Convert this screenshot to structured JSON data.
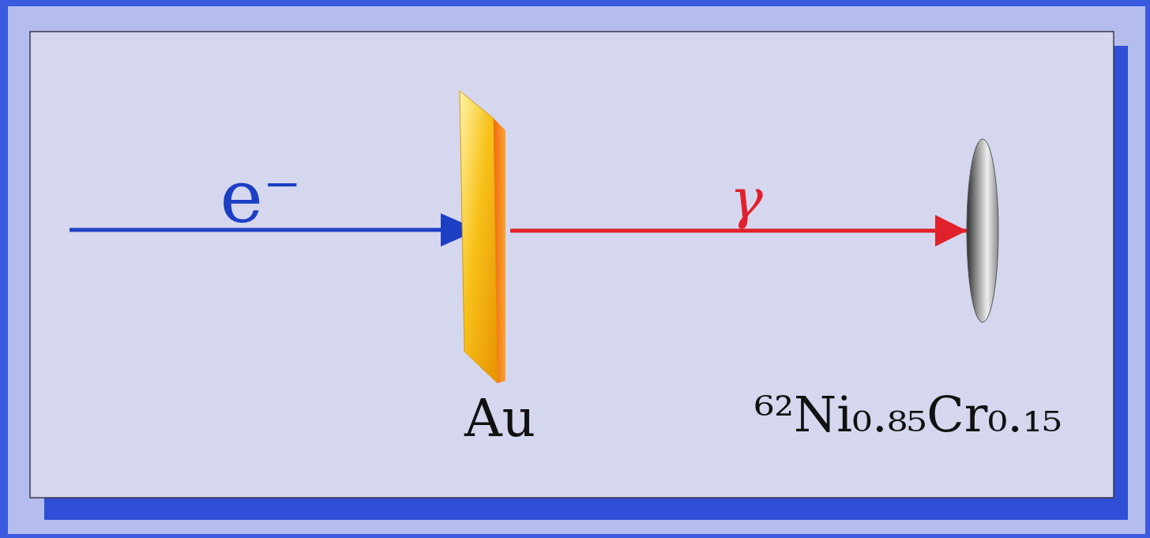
{
  "diagram": {
    "nodes": [
      {
        "text": [
          "Au"
        ]
      },
      {
        "text": [
          "⁶²Ni₀.₈₅Cr₀.₁₅"
        ]
      }
    ],
    "edges": [
      {
        "from": 0,
        "to": 1,
        "arrow": "to",
        "label": "γ"
      }
    ],
    "labels": [
      "e⁻"
    ]
  }
}
